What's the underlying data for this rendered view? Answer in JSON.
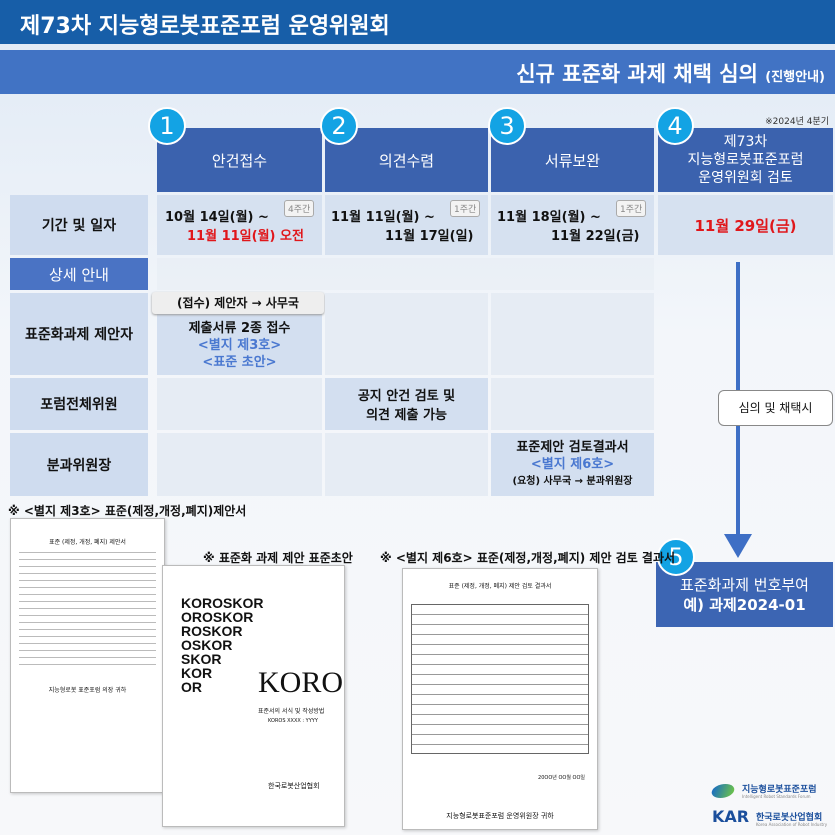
{
  "header": {
    "title": "제73차 지능형로봇표준포럼 운영위원회"
  },
  "subheader": {
    "title": "신규 표준화 과제 채택 심의",
    "suffix": "(진행안내)"
  },
  "quarter_note": "※2024년 4분기",
  "steps": [
    {
      "num": "1",
      "label": "안건접수",
      "period": "4주간",
      "date_from": "10월 14일(월) ~",
      "date_to": "11월 11일(월) 오전"
    },
    {
      "num": "2",
      "label": "의견수렴",
      "period": "1주간",
      "date_from": "11월 11일(월) ~",
      "date_to": "11월 17일(일)"
    },
    {
      "num": "3",
      "label": "서류보완",
      "period": "1주간",
      "date_from": "11월 18일(월) ~",
      "date_to": "11월 22일(금)"
    },
    {
      "num": "4",
      "label_lines": [
        "제73차",
        "지능형로봇표준포럼",
        "운영위원회 검토"
      ],
      "date": "11월 29일(금)"
    }
  ],
  "rows": {
    "date_label": "기간 및 일자",
    "detail_label": "상세 안내",
    "proposer": "표준화과제 제안자",
    "members": "포럼전체위원",
    "chair": "분과위원장"
  },
  "details": {
    "proposer_tag": "(접수) 제안자 → 사무국",
    "proposer_main": "제출서류 2종 접수",
    "proposer_doc1": "<별지 제3호>",
    "proposer_doc2": "<표준  초안>",
    "members_1": "공지 안건 검토 및",
    "members_2": "의견 제출 가능",
    "chair_1": "표준제안 검토결과서",
    "chair_doc": "<별지 제6호>",
    "chair_3": "(요청) 사무국 → 분과위원장"
  },
  "flow": {
    "decision_label": "심의 및 채택시",
    "step5_num": "5",
    "step5_line1": "표준화과제 번호부여",
    "step5_line2": "예) 과제2024-01"
  },
  "captions": {
    "doc3": "※ <별지 제3호> 표준(제정,개정,폐지)제안서",
    "draft": "※ 표준화 과제 제안 표준초안",
    "doc6": "※ <별지 제6호> 표준(제정,개정,폐지) 제안 검토 결과서"
  },
  "docs": {
    "doc3_title": "표준 (제정, 개정, 폐지) 제안서",
    "doc3_footer": "지능형로봇 표준포럼 의장 귀하",
    "draft_lines": [
      "KOROSKOR",
      "OROSKOR",
      "ROSKOR",
      "OSKOR",
      "SKOR",
      "KOR",
      "OR"
    ],
    "draft_logo": "KOROS",
    "draft_subtitle": "표준서의 서식 및 작성방법",
    "draft_code": "KOROS XXXX : YYYY",
    "draft_org": "한국로봇산업협회",
    "doc6_title": "표준 (제정, 개정, 폐지) 제안 검토 결과서",
    "doc6_date": "20OO년 OO월 OO일",
    "doc6_footer": "지능형로봇표준포럼 운영위원장 귀하"
  },
  "logos": {
    "forum": "지능형로봇표준포럼",
    "forum_en": "Intelligent Robot Standards Forum",
    "kar": "KAR",
    "kar_name": "한국로봇산업협회",
    "kar_en": "Korea Association of Robot Industry"
  },
  "colors": {
    "header": "#175ea8",
    "accent": "#3b62ae",
    "red": "#e0171b",
    "circle": "#13a3e4"
  }
}
